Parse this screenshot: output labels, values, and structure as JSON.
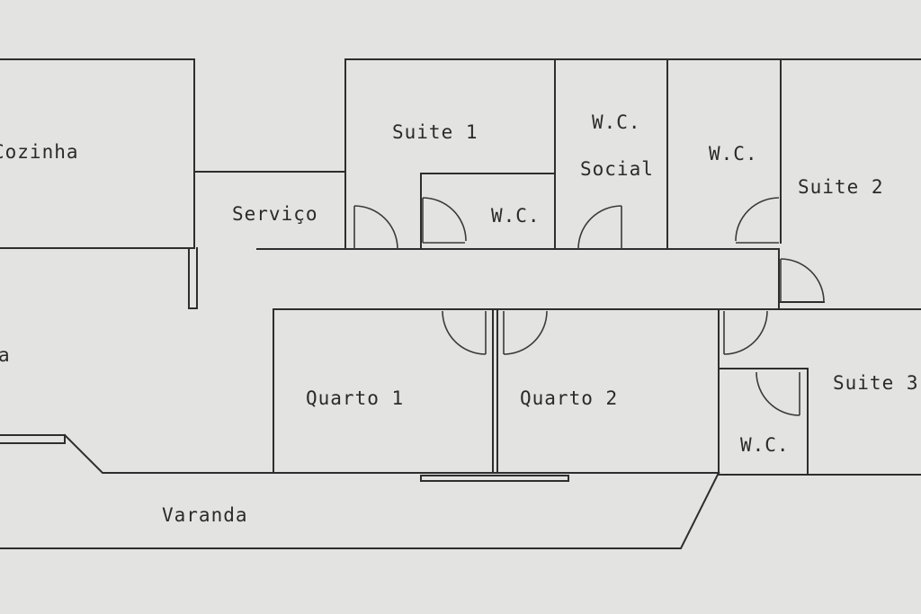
{
  "rooms": {
    "cozinha": "Cozinha",
    "suite1": "Suite 1",
    "wc_social_line1": "W.C.",
    "wc_social_line2": "Social",
    "wc_suite2": "W.C.",
    "suite2": "Suite 2",
    "servico": "Serviço",
    "wc_suite1": "W.C.",
    "sala_partial": "a",
    "quarto1": "Quarto 1",
    "quarto2": "Quarto 2",
    "suite3": "Suite 3",
    "wc_suite3": "W.C.",
    "varanda": "Varanda"
  }
}
